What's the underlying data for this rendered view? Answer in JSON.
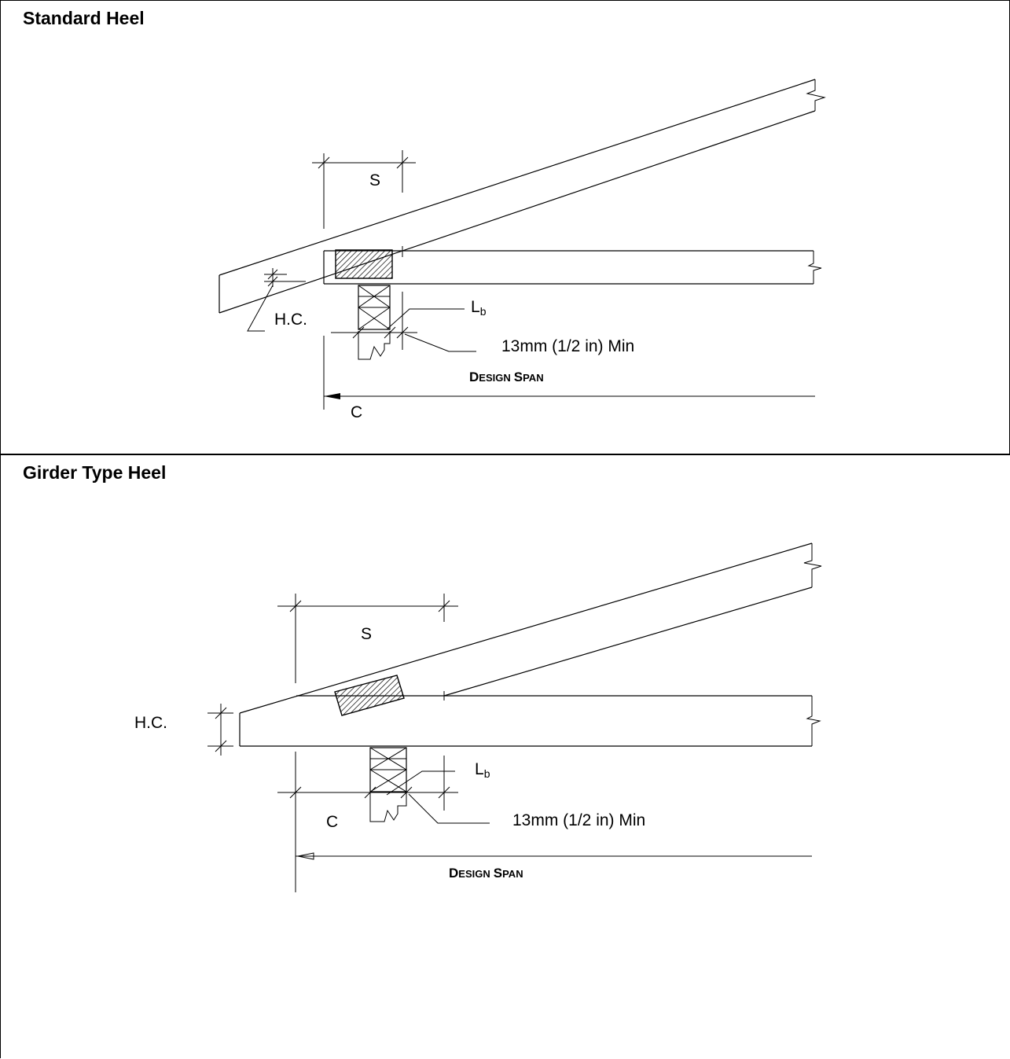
{
  "standard": {
    "title": "Standard Heel",
    "label_s": "S",
    "label_hc": "H.C.",
    "label_lb_main": "L",
    "label_lb_sub": "b",
    "label_min": "13mm (1/2 in) Min",
    "design_span": {
      "first_initial": "D",
      "first_rest": "ESIGN",
      "second_initial": "S",
      "second_rest": "PAN"
    },
    "label_c": "C"
  },
  "girder": {
    "title": "Girder Type Heel",
    "label_s": "S",
    "label_hc": "H.C.",
    "label_lb_main": "L",
    "label_lb_sub": "b",
    "label_min": "13mm (1/2 in) Min",
    "design_span": {
      "first_initial": "D",
      "first_rest": "ESIGN",
      "second_initial": "S",
      "second_rest": "PAN"
    },
    "label_c": "C"
  }
}
